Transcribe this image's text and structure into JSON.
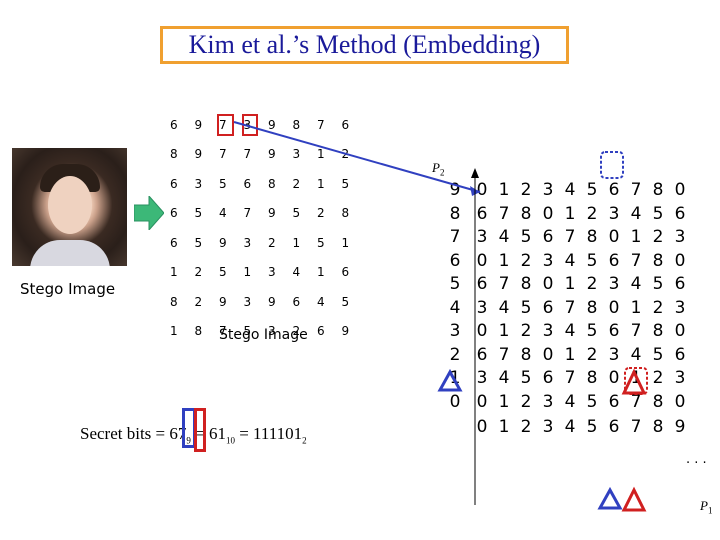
{
  "title": "Kim et al.’s Method (Embedding)",
  "left_label": "Stego Image",
  "grid_label": "Stego Image",
  "grid": [
    [
      "6",
      "9",
      "7",
      "3",
      "9",
      "8",
      "7",
      "6"
    ],
    [
      "8",
      "9",
      "7",
      "7",
      "9",
      "3",
      "1",
      "2"
    ],
    [
      "6",
      "3",
      "5",
      "6",
      "8",
      "2",
      "1",
      "5"
    ],
    [
      "6",
      "5",
      "4",
      "7",
      "9",
      "5",
      "2",
      "8"
    ],
    [
      "6",
      "5",
      "9",
      "3",
      "2",
      "1",
      "5",
      "1"
    ],
    [
      "1",
      "2",
      "5",
      "1",
      "3",
      "4",
      "1",
      "6"
    ],
    [
      "8",
      "2",
      "9",
      "3",
      "9",
      "6",
      "4",
      "5"
    ],
    [
      "1",
      "8",
      "7",
      "5",
      "3",
      "2",
      "6",
      "9"
    ]
  ],
  "secret": {
    "prefix": "Secret bits = 6",
    "digit": "7",
    "base9": "9",
    "equals1": " = 61",
    "base10": "10",
    "equals2": " = 111101",
    "base2": "2"
  },
  "matrix_rows": [
    {
      "y": "9",
      "cells": [
        "0",
        "1",
        "2",
        "3",
        "4",
        "5",
        "6",
        "7",
        "8",
        "0"
      ]
    },
    {
      "y": "8",
      "cells": [
        "6",
        "7",
        "8",
        "0",
        "1",
        "2",
        "3",
        "4",
        "5",
        "6"
      ]
    },
    {
      "y": "7",
      "cells": [
        "3",
        "4",
        "5",
        "6",
        "7",
        "8",
        "0",
        "1",
        "2",
        "3"
      ]
    },
    {
      "y": "6",
      "cells": [
        "0",
        "1",
        "2",
        "3",
        "4",
        "5",
        "6",
        "7",
        "8",
        "0"
      ]
    },
    {
      "y": "5",
      "cells": [
        "6",
        "7",
        "8",
        "0",
        "1",
        "2",
        "3",
        "4",
        "5",
        "6"
      ]
    },
    {
      "y": "4",
      "cells": [
        "3",
        "4",
        "5",
        "6",
        "7",
        "8",
        "0",
        "1",
        "2",
        "3"
      ]
    },
    {
      "y": "3",
      "cells": [
        "0",
        "1",
        "2",
        "3",
        "4",
        "5",
        "6",
        "7",
        "8",
        "0"
      ]
    },
    {
      "y": "2",
      "cells": [
        "6",
        "7",
        "8",
        "0",
        "1",
        "2",
        "3",
        "4",
        "5",
        "6"
      ]
    },
    {
      "y": "1",
      "cells": [
        "3",
        "4",
        "5",
        "6",
        "7",
        "8",
        "0",
        "1",
        "2",
        "3"
      ]
    },
    {
      "y": "0",
      "cells": [
        "0",
        "1",
        "2",
        "3",
        "4",
        "5",
        "6",
        "7",
        "8",
        "0"
      ]
    }
  ],
  "x_axis": [
    "0",
    "1",
    "2",
    "3",
    "4",
    "5",
    "6",
    "7",
    "8",
    "9"
  ],
  "axis_p2": "P",
  "axis_p2_sub": "2",
  "axis_p1": "P",
  "axis_p1_sub": "1",
  "ellipsis": "· · ·",
  "colors": {
    "title_border": "#f0a030",
    "title_text": "#1a1a9a",
    "red": "#d02020",
    "blue": "#3040c0",
    "green": "#3cb878"
  }
}
